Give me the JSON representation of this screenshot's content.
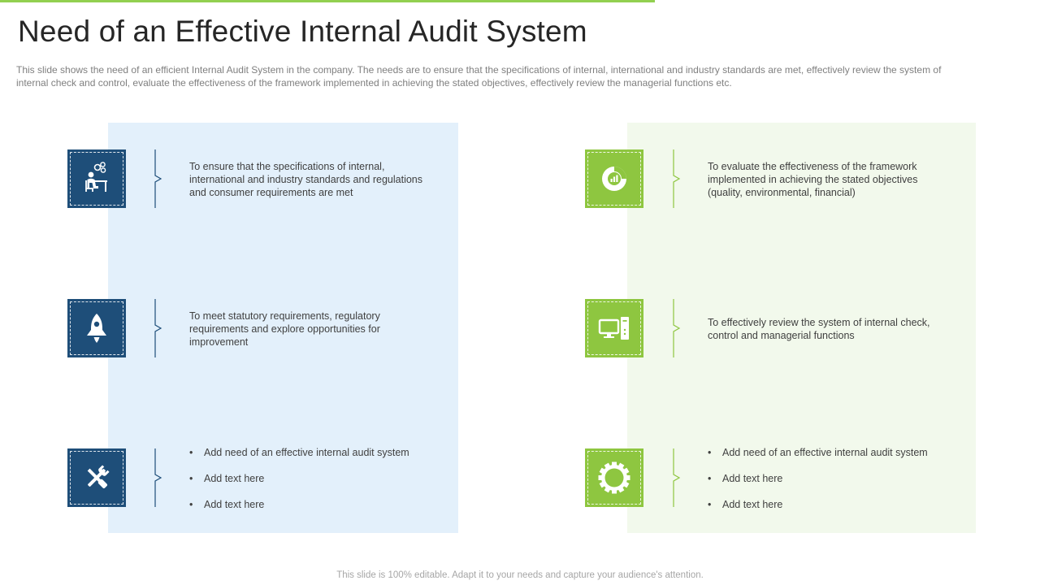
{
  "header": {
    "title": "Need of an Effective Internal Audit System",
    "subtitle": "This slide shows the need of an efficient Internal Audit System in the company. The needs are to ensure that the specifications of internal, international and industry standards are met, effectively review the system of internal check and control, evaluate the effectiveness of the framework implemented in achieving the stated objectives, effectively review the managerial functions etc."
  },
  "colors": {
    "accent_bar": "#92d050",
    "blue_icon": "#1e4e79",
    "green_icon": "#8ec640",
    "left_panel": "#e3f0fb",
    "right_panel": "#f2f9ec"
  },
  "left": {
    "items": [
      {
        "icon": "person-at-desk-icon",
        "text": "To ensure that the specifications of internal, international and industry standards and regulations and consumer requirements are met"
      },
      {
        "icon": "rocket-icon",
        "text": "To meet statutory requirements, regulatory requirements and explore opportunities for improvement"
      }
    ],
    "bullet_icon": "tools-icon",
    "bullets": [
      "Add need of an effective internal audit system",
      "Add text here",
      "Add text here"
    ]
  },
  "right": {
    "items": [
      {
        "icon": "donut-chart-icon",
        "text": "To evaluate the effectiveness of the framework implemented in achieving the stated objectives (quality, environmental, financial)"
      },
      {
        "icon": "computer-icon",
        "text": "To effectively review the system of internal check, control and managerial functions"
      }
    ],
    "bullet_icon": "gear-icon",
    "bullets": [
      "Add need of an effective internal audit system",
      "Add text here",
      "Add text here"
    ]
  },
  "footer": {
    "text": "This slide is 100% editable. Adapt it to your needs and capture your audience's attention."
  }
}
